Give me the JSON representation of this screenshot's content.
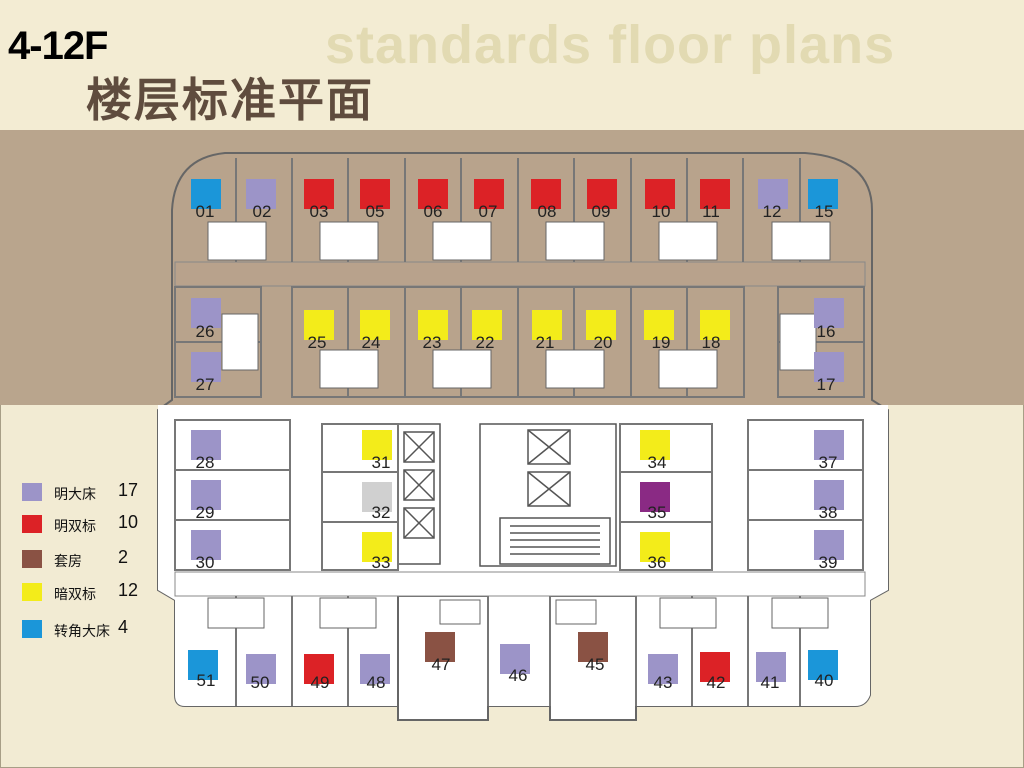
{
  "header": {
    "floor_range": "4-12F",
    "title_en": "standards floor plans",
    "title_cn": "楼层标准平面"
  },
  "legend": [
    {
      "label": "明大床",
      "count": "17",
      "color": "#9c94c8"
    },
    {
      "label": "明双标",
      "count": "10",
      "color": "#dc2226"
    },
    {
      "label": "套房",
      "count": "2",
      "color": "#8a5244"
    },
    {
      "label": "暗双标",
      "count": "12",
      "color": "#f3ec1a"
    },
    {
      "label": "转角大床",
      "count": "4",
      "color": "#1b96d9"
    }
  ],
  "colors": {
    "lavender": "#9c94c8",
    "red": "#dc2226",
    "brown": "#8a5244",
    "yellow": "#f3ec1a",
    "blue": "#1b96d9",
    "gray": "#d0d0d0",
    "purple": "#8a2a84"
  },
  "rooms": [
    {
      "num": "01",
      "type": "blue"
    },
    {
      "num": "02",
      "type": "lavender"
    },
    {
      "num": "03",
      "type": "red"
    },
    {
      "num": "05",
      "type": "red"
    },
    {
      "num": "06",
      "type": "red"
    },
    {
      "num": "07",
      "type": "red"
    },
    {
      "num": "08",
      "type": "red"
    },
    {
      "num": "09",
      "type": "red"
    },
    {
      "num": "10",
      "type": "red"
    },
    {
      "num": "11",
      "type": "red"
    },
    {
      "num": "12",
      "type": "lavender"
    },
    {
      "num": "15",
      "type": "blue"
    },
    {
      "num": "26",
      "type": "lavender"
    },
    {
      "num": "27",
      "type": "lavender"
    },
    {
      "num": "25",
      "type": "yellow"
    },
    {
      "num": "24",
      "type": "yellow"
    },
    {
      "num": "23",
      "type": "yellow"
    },
    {
      "num": "22",
      "type": "yellow"
    },
    {
      "num": "21",
      "type": "yellow"
    },
    {
      "num": "20",
      "type": "yellow"
    },
    {
      "num": "19",
      "type": "yellow"
    },
    {
      "num": "18",
      "type": "yellow"
    },
    {
      "num": "16",
      "type": "lavender"
    },
    {
      "num": "17",
      "type": "lavender"
    },
    {
      "num": "28",
      "type": "lavender"
    },
    {
      "num": "29",
      "type": "lavender"
    },
    {
      "num": "30",
      "type": "lavender"
    },
    {
      "num": "31",
      "type": "yellow"
    },
    {
      "num": "32",
      "type": "gray"
    },
    {
      "num": "33",
      "type": "yellow"
    },
    {
      "num": "34",
      "type": "yellow"
    },
    {
      "num": "35",
      "type": "purple"
    },
    {
      "num": "36",
      "type": "yellow"
    },
    {
      "num": "37",
      "type": "lavender"
    },
    {
      "num": "38",
      "type": "lavender"
    },
    {
      "num": "39",
      "type": "lavender"
    },
    {
      "num": "51",
      "type": "blue"
    },
    {
      "num": "50",
      "type": "lavender"
    },
    {
      "num": "49",
      "type": "red"
    },
    {
      "num": "48",
      "type": "lavender"
    },
    {
      "num": "47",
      "type": "brown"
    },
    {
      "num": "46",
      "type": "lavender"
    },
    {
      "num": "45",
      "type": "brown"
    },
    {
      "num": "43",
      "type": "lavender"
    },
    {
      "num": "42",
      "type": "red"
    },
    {
      "num": "41",
      "type": "lavender"
    },
    {
      "num": "40",
      "type": "blue"
    }
  ]
}
